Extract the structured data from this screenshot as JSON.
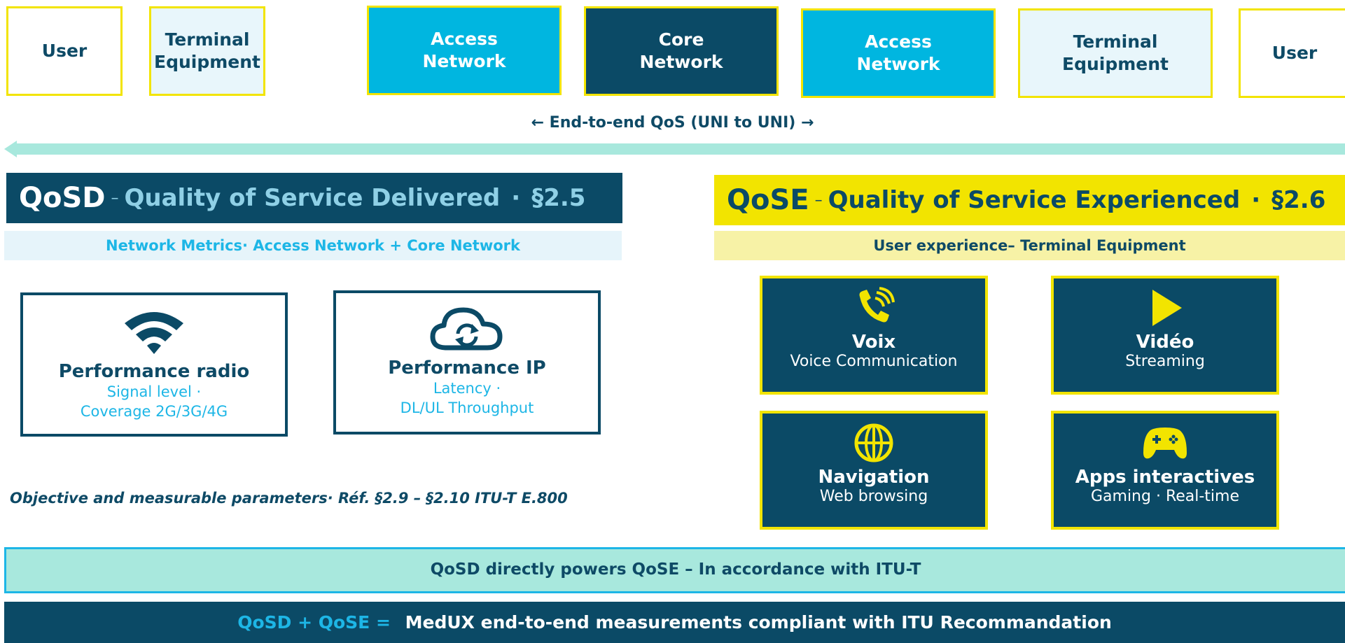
{
  "chain": [
    {
      "label": "User",
      "style": "user"
    },
    {
      "label": "Terminal\nEquipment",
      "style": "term"
    },
    {
      "label": "Access\nNetwork",
      "style": "access"
    },
    {
      "label": "Core\nNetwork",
      "style": "core"
    },
    {
      "label": "Access\nNetwork",
      "style": "access"
    },
    {
      "label": "Terminal\nEquipment",
      "style": "term"
    },
    {
      "label": "User",
      "style": "user"
    }
  ],
  "e2e_label": "← End-to-end QoS (UNI to UNI) →",
  "qosd": {
    "acronym": "QoSD",
    "dash": "–",
    "title": "Quality of Service Delivered",
    "dot": "·",
    "ref": "§2.5",
    "band": "Network Metrics·  Access Network  +  Core Network",
    "cards": [
      {
        "icon": "wifi-icon",
        "title": "Performance radio",
        "line1": "Signal level  ·",
        "line2": "Coverage 2G/3G/4G"
      },
      {
        "icon": "cloud-sync-icon",
        "title": "Performance IP",
        "line1": "Latency  ·",
        "line2": "DL/UL Throughput"
      }
    ],
    "note": "Objective and measurable parameters·  Réf. §2.9 – §2.10 ITU-T E.800"
  },
  "qose": {
    "acronym": "QoSE",
    "dash": "–",
    "title": "Quality of Service Experienced",
    "dot": "·",
    "ref": "§2.6",
    "band": "User experience– Terminal Equipment",
    "cards": [
      {
        "icon": "phone-icon",
        "title": "Voix",
        "desc": "Voice Communication"
      },
      {
        "icon": "play-icon",
        "title": "Vidéo",
        "desc": "Streaming"
      },
      {
        "icon": "globe-icon",
        "title": "Navigation",
        "desc": "Web browsing"
      },
      {
        "icon": "gamepad-icon",
        "title": "Apps interactives",
        "desc": "Gaming  ·  Real-time"
      }
    ]
  },
  "bar_mid": "QoSD directly powers QoSE – In accordance with ITU-T",
  "bar_bottom": {
    "prefix": "QoSD + QoSE  =",
    "text": "MedUX end-to-end measurements compliant with ITU Recommandation"
  },
  "colors": {
    "navy": "#0b4a66",
    "cyan": "#00b6e0",
    "yellow": "#f2e400",
    "mint": "#a8e8dd",
    "light_blue": "#e6f4fa",
    "light_yellow": "#f7f2a6"
  }
}
